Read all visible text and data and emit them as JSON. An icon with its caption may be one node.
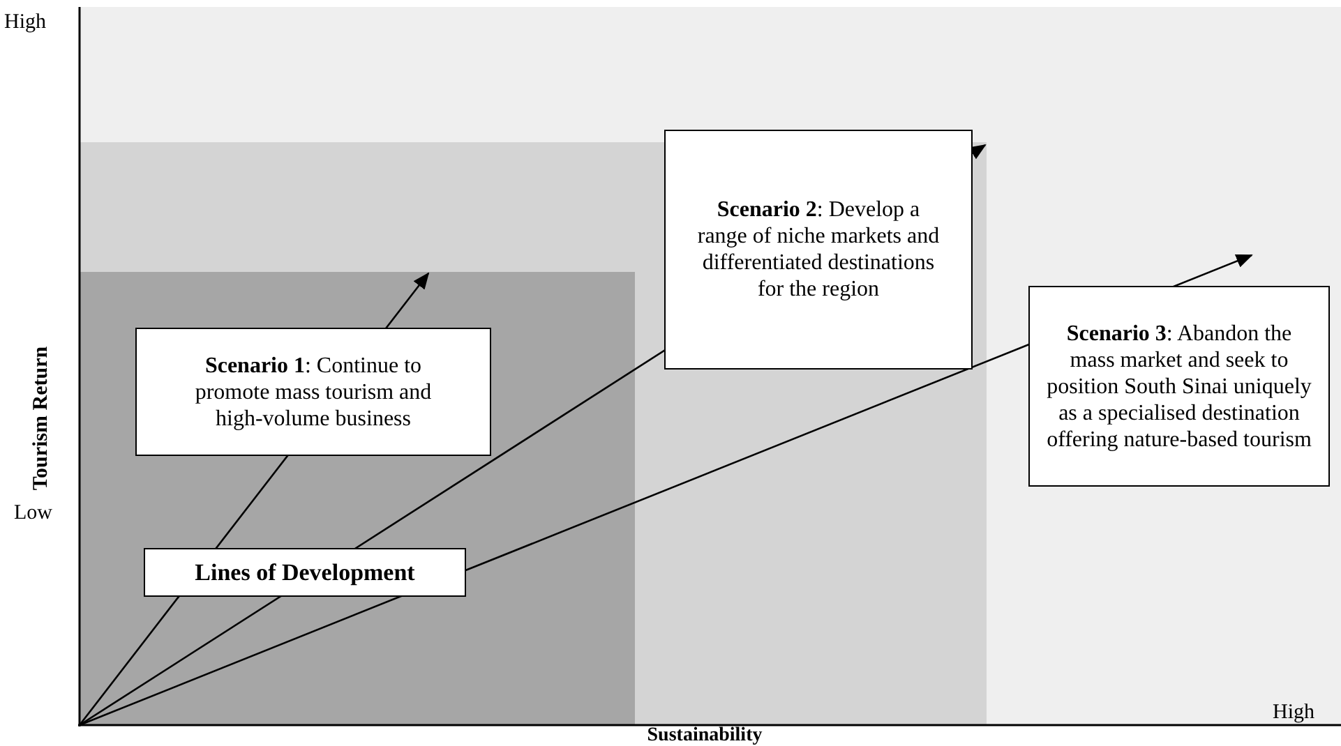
{
  "diagram": {
    "nodes": [
      {
        "text": [
          "**Scenario 1**: Continue to promote mass tourism and high-volume business"
        ]
      },
      {
        "text": [
          "**Scenario 2**: Develop a range of niche markets and differentiated destinations for the region"
        ]
      },
      {
        "text": [
          "**Scenario 3**: Abandon the mass market and seek to position South Sinai uniquely as a specialised destination offering nature-based tourism"
        ]
      },
      {
        "text": [
          "Lines of Development"
        ]
      }
    ],
    "labels": [
      "High",
      "Tourism Return",
      "Low",
      "Sustainability",
      "High"
    ]
  }
}
